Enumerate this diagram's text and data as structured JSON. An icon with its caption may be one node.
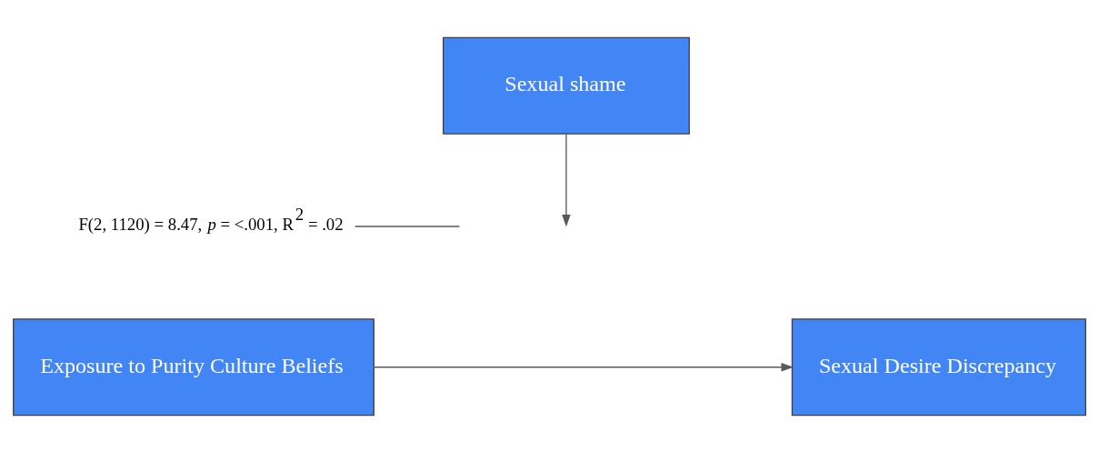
{
  "diagram": {
    "nodes": [
      {
        "text": [
          "Sexual shame"
        ]
      },
      {
        "text": [
          "Exposure to Purity Culture Beliefs"
        ]
      },
      {
        "text": [
          "Sexual Desire Discrepancy"
        ]
      },
      {
        "text": [
          "F(2, 1120) = 8.47, *p* = <.001, R$^{2}$ = .02"
        ]
      }
    ],
    "edges": [
      {
        "from": 0,
        "to": null,
        "arrow": "to"
      },
      {
        "from": 1,
        "to": 2,
        "arrow": "to"
      },
      {
        "from": 3,
        "to": null,
        "arrow": "none"
      }
    ]
  }
}
